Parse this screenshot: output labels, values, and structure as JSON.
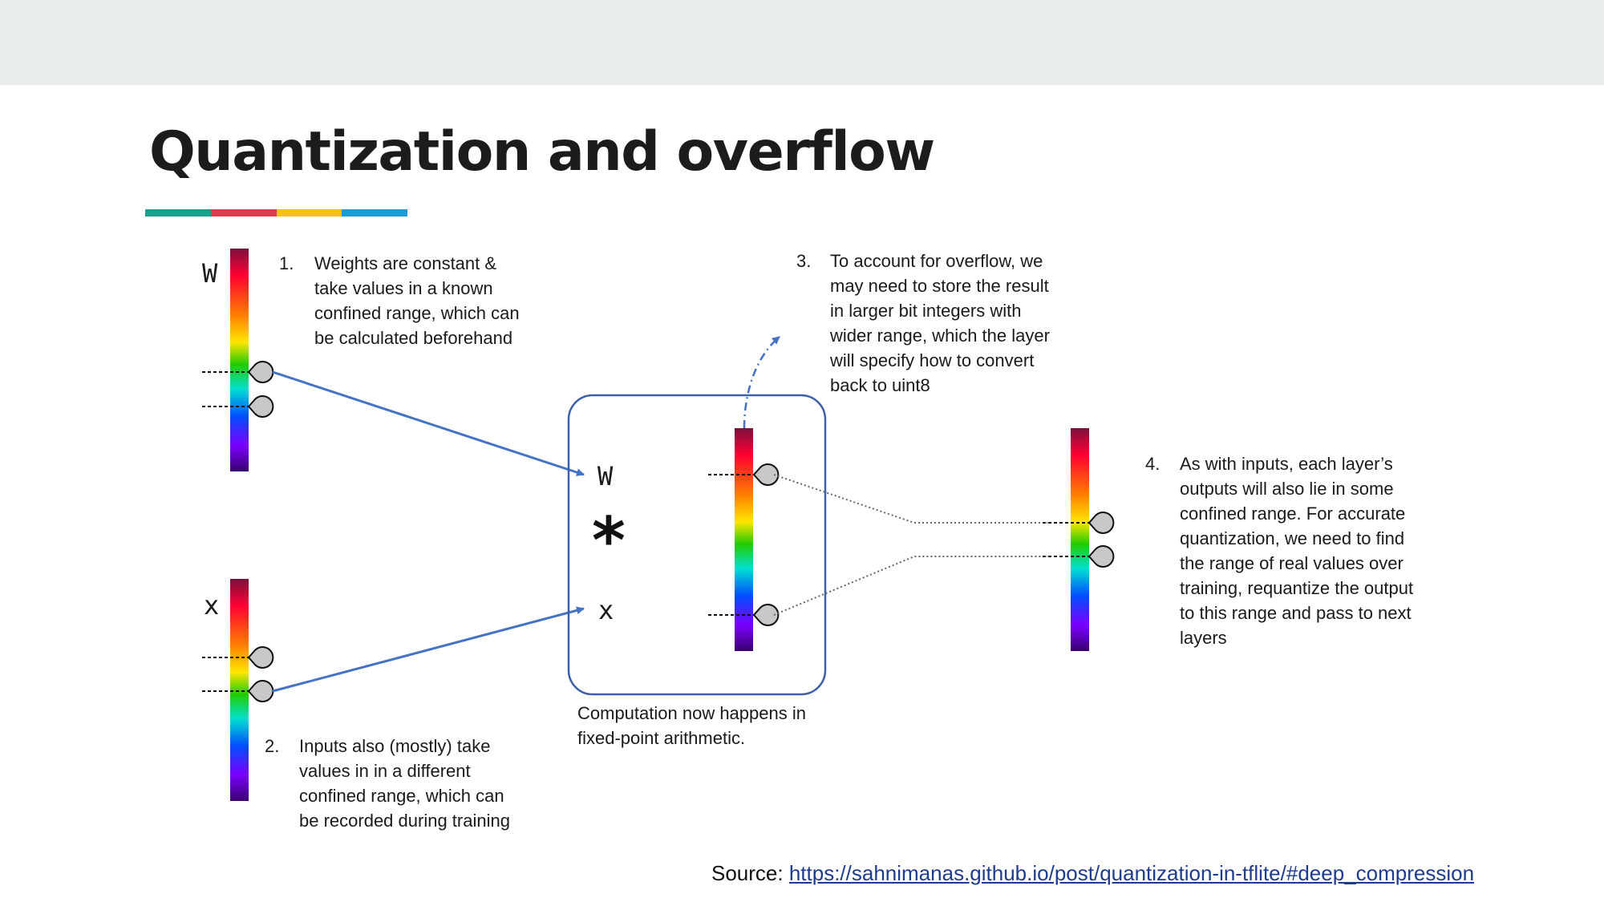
{
  "slide": {
    "title": "Quantization and overflow",
    "accent_colors": [
      "#1aa08b",
      "#e03a4e",
      "#f4c20d",
      "#1d9bd8"
    ]
  },
  "diagram": {
    "left_labels": {
      "weights": "W",
      "inputs": "x"
    },
    "box_labels": {
      "weights": "W",
      "operator": "*",
      "inputs": "x"
    },
    "arrow_color": "#4472c4",
    "spectrum_colors": [
      "#7a0f3a",
      "#ff0033",
      "#ff8000",
      "#ffe600",
      "#22cc00",
      "#00e0d0",
      "#0050ff",
      "#7a00ff",
      "#3a0070"
    ]
  },
  "notes": [
    {
      "number": "1.",
      "text": "Weights are constant & take values in a known confined range, which can be calculated beforehand"
    },
    {
      "number": "2.",
      "text": "Inputs also (mostly) take values in in a different confined range, which can be recorded during training"
    },
    {
      "number": "3.",
      "text": "To account for overflow, we may need to store the result in larger bit integers with wider range, which the layer will specify how to convert back to uint8"
    },
    {
      "number": "4.",
      "text": "As with inputs, each layer’s outputs will also lie in some confined range. For accurate quantization, we need to find the range of real values over training, requantize the output to this range and pass to next layers"
    }
  ],
  "caption": "Computation now happens in fixed-point arithmetic.",
  "source": {
    "label": "Source:",
    "link_text": "https://sahnimanas.github.io/post/quantization-in-tflite/#deep_compression"
  }
}
